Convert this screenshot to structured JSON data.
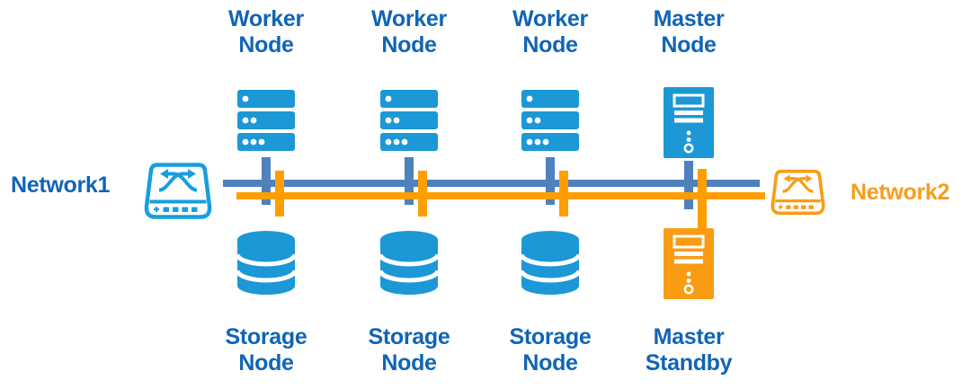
{
  "networks": {
    "left": {
      "label": "Network1",
      "icon": "network-switch-icon",
      "switch_color": "#169fe0",
      "bus_color": "#4f81bd"
    },
    "right": {
      "label": "Network2",
      "icon": "network-switch-icon",
      "switch_color": "#f89c14",
      "bus_color": "#ff9e00"
    }
  },
  "columns": [
    {
      "top_label": [
        "Worker",
        "Node"
      ],
      "top_icon": "rack-server-icon",
      "bottom_label": [
        "Storage",
        "Node"
      ],
      "bottom_icon": "database-icon"
    },
    {
      "top_label": [
        "Worker",
        "Node"
      ],
      "top_icon": "rack-server-icon",
      "bottom_label": [
        "Storage",
        "Node"
      ],
      "bottom_icon": "database-icon"
    },
    {
      "top_label": [
        "Worker",
        "Node"
      ],
      "top_icon": "rack-server-icon",
      "bottom_label": [
        "Storage",
        "Node"
      ],
      "bottom_icon": "database-icon"
    },
    {
      "top_label": [
        "Master",
        "Node"
      ],
      "top_icon": "tower-server-icon",
      "bottom_label": [
        "Master",
        "Standby"
      ],
      "bottom_icon": "tower-server-icon"
    }
  ],
  "colors": {
    "azure": "#1b98d5",
    "switchblue": "#169fe0",
    "labelblue": "#1065b5",
    "busblue": "#4f81bd",
    "busorange": "#ff9e00",
    "iconorange": "#f89c14",
    "labelorange": "#f89c1b"
  }
}
